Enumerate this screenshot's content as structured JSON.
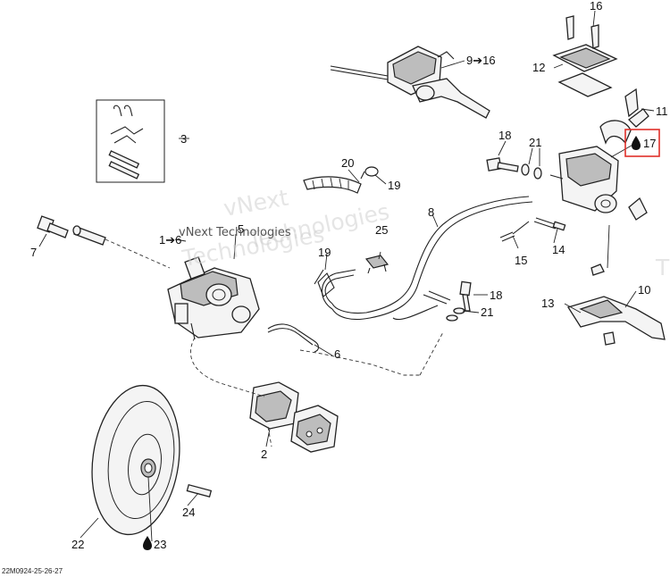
{
  "footer_code": "22M0924-25-26-27",
  "watermark": {
    "line1": "vNext",
    "line2": "Technologies",
    "inline": "vNext Technologies",
    "edge_letter": "T"
  },
  "callouts": {
    "c1": "1➔6",
    "c2": "2",
    "c3": "3",
    "c5": "5",
    "c6": "6",
    "c7": "7",
    "c8": "8",
    "c9": "9➔16",
    "c10": "10",
    "c11": "11",
    "c12": "12",
    "c13": "13",
    "c14": "14",
    "c15": "15",
    "c16": "16",
    "c17": "17",
    "c18a": "18",
    "c18b": "18",
    "c19a": "19",
    "c19b": "19",
    "c20": "20",
    "c21a": "21",
    "c21b": "21",
    "c22": "22",
    "c23": "23",
    "c24": "24",
    "c25": "25"
  },
  "colors": {
    "line": "#222222",
    "highlight": "#e0302a",
    "watermark": "#cfcfcf"
  }
}
